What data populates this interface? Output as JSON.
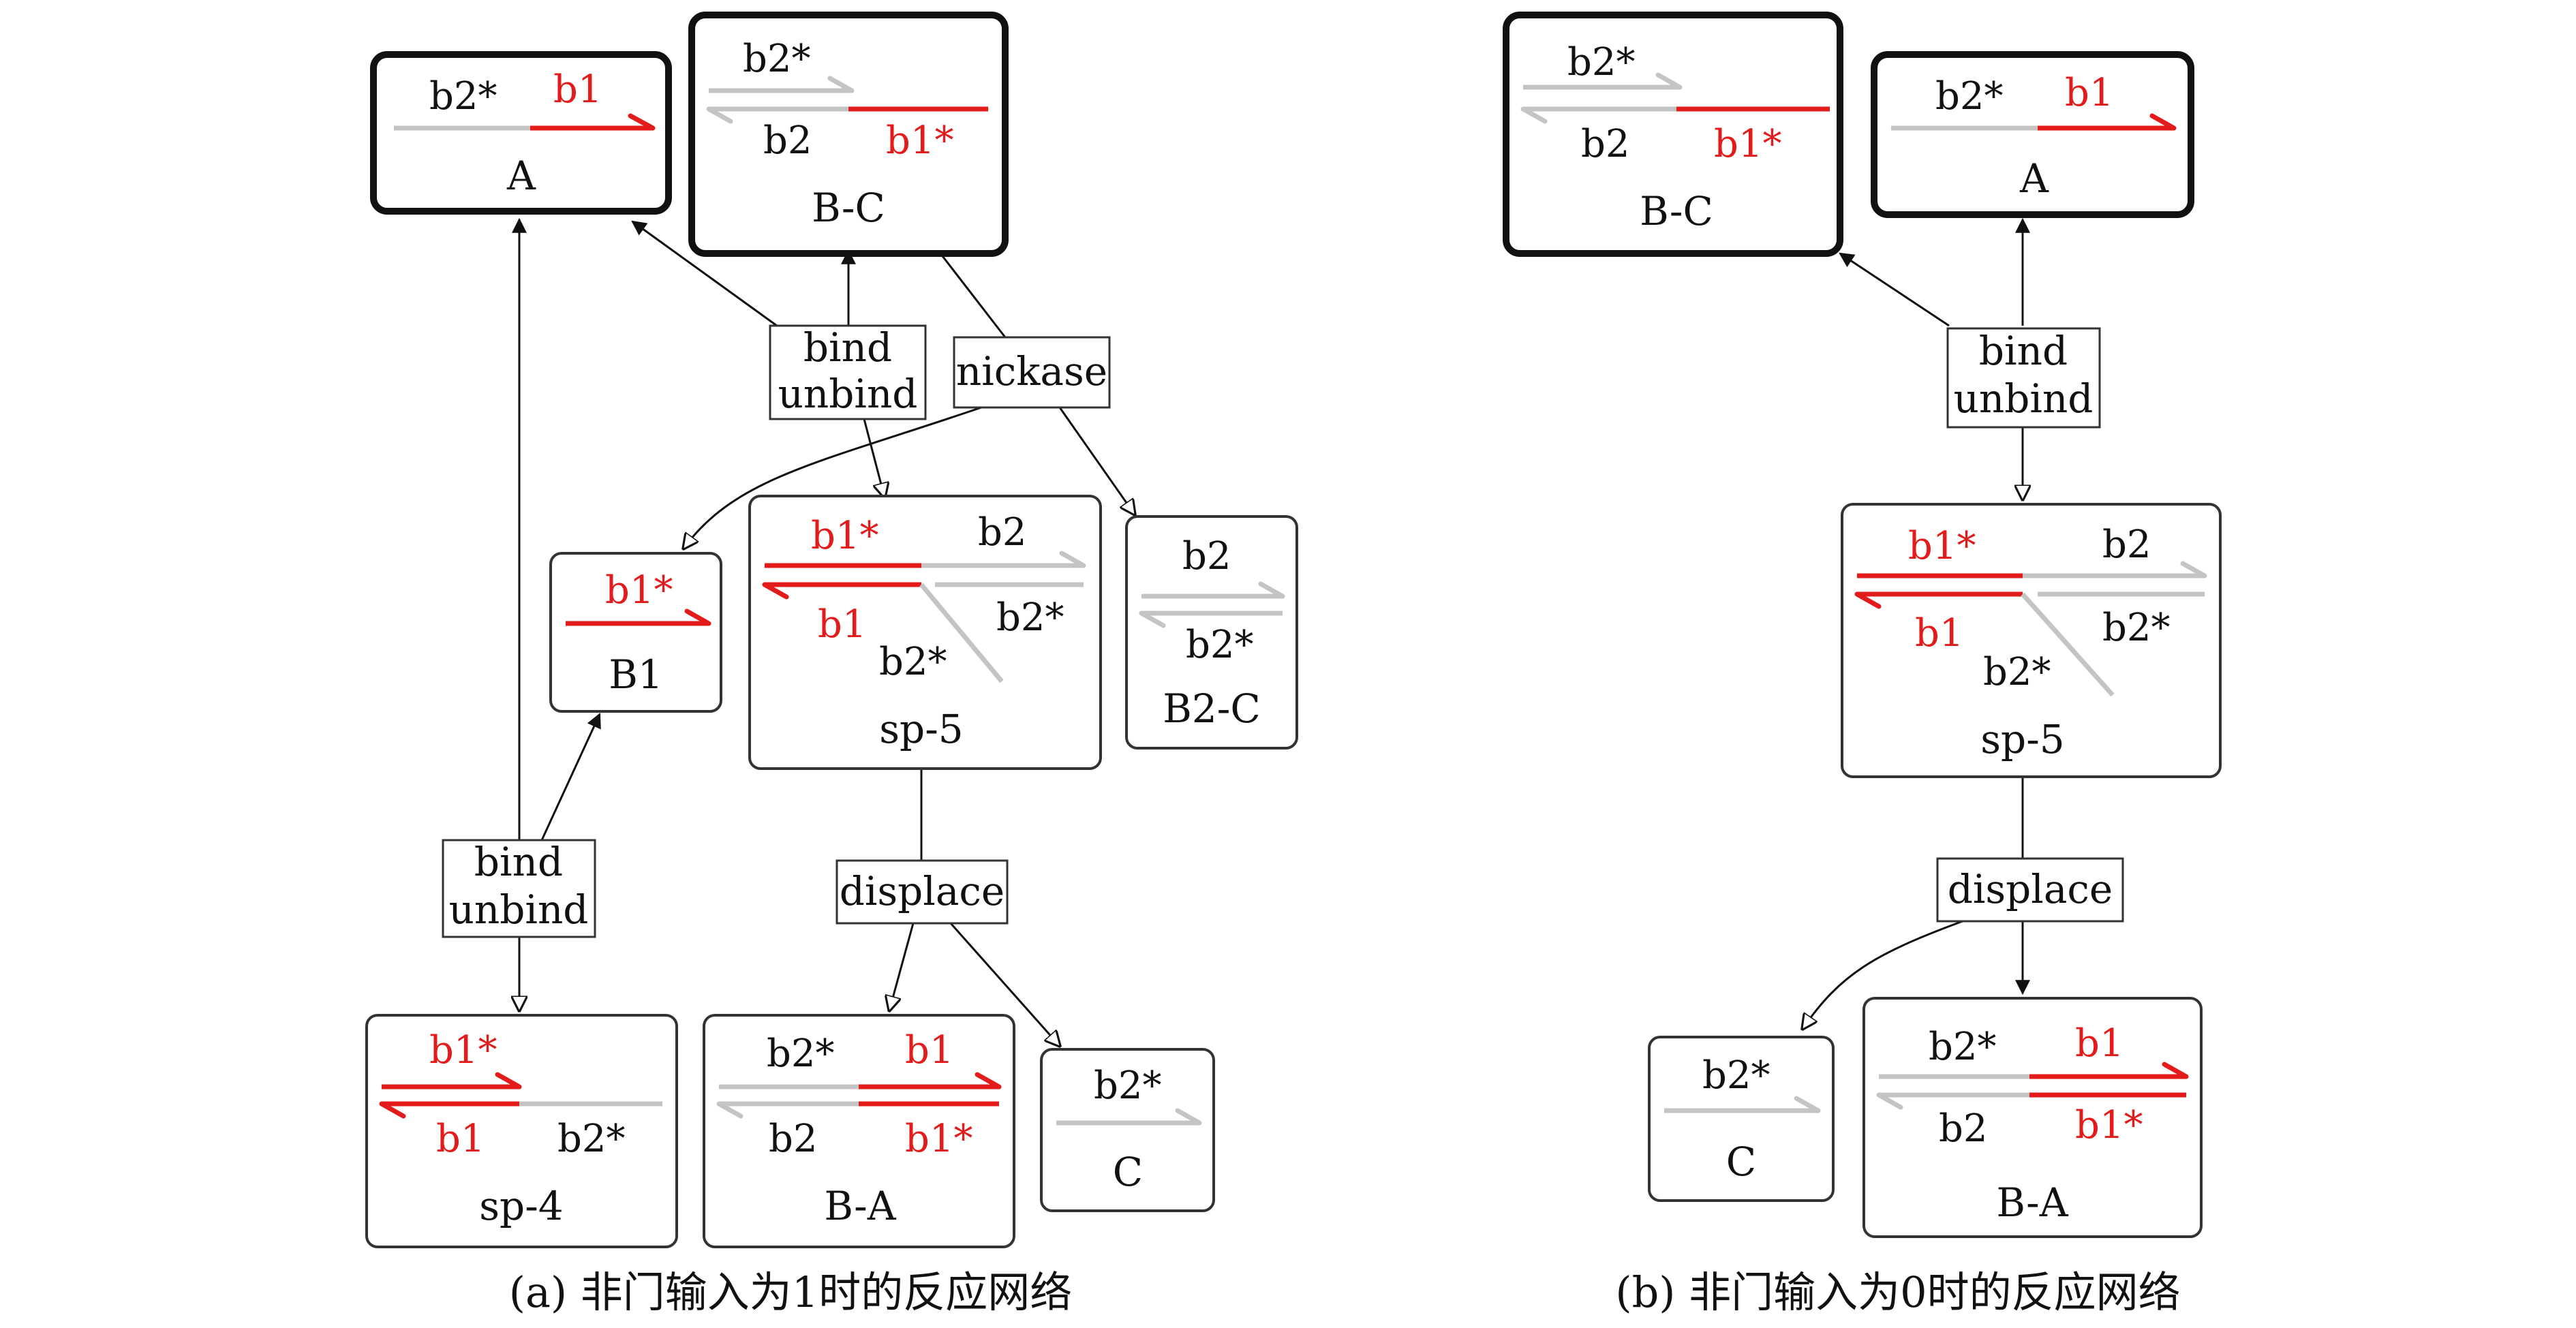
{
  "colors": {
    "red": "#e41b1b",
    "grey": "#c4c4c4",
    "black": "#111111",
    "box_stroke": "#222222"
  },
  "panel_a": {
    "caption": "(a) 非门输入为1时的反应网络",
    "nodes": {
      "A": {
        "name": "A",
        "strands": [
          "b2*",
          "b1"
        ]
      },
      "BC": {
        "name": "B-C",
        "strands": [
          "b2*",
          "b2",
          "b1*"
        ]
      },
      "B1": {
        "name": "B1",
        "strands": [
          "b1*"
        ]
      },
      "sp5": {
        "name": "sp-5",
        "strands": [
          "b1*",
          "b2",
          "b1",
          "b2*",
          "b2*"
        ]
      },
      "B2C": {
        "name": "B2-C",
        "strands": [
          "b2",
          "b2*"
        ]
      },
      "sp4": {
        "name": "sp-4",
        "strands": [
          "b1*",
          "b1",
          "b2*"
        ]
      },
      "BA": {
        "name": "B-A",
        "strands": [
          "b2*",
          "b1",
          "b2",
          "b1*"
        ]
      },
      "C": {
        "name": "C",
        "strands": [
          "b2*"
        ]
      }
    },
    "reactions": {
      "bind1": {
        "line1": "bind",
        "line2": "unbind"
      },
      "nickase": {
        "label": "nickase"
      },
      "bind2": {
        "line1": "bind",
        "line2": "unbind"
      },
      "displace": {
        "label": "displace"
      }
    }
  },
  "panel_b": {
    "caption": "(b) 非门输入为0时的反应网络",
    "nodes": {
      "BC": {
        "name": "B-C",
        "strands": [
          "b2*",
          "b2",
          "b1*"
        ]
      },
      "A": {
        "name": "A",
        "strands": [
          "b2*",
          "b1"
        ]
      },
      "sp5": {
        "name": "sp-5",
        "strands": [
          "b1*",
          "b2",
          "b1",
          "b2*",
          "b2*"
        ]
      },
      "C": {
        "name": "C",
        "strands": [
          "b2*"
        ]
      },
      "BA": {
        "name": "B-A",
        "strands": [
          "b2*",
          "b1",
          "b2",
          "b1*"
        ]
      }
    },
    "reactions": {
      "bind": {
        "line1": "bind",
        "line2": "unbind"
      },
      "displace": {
        "label": "displace"
      }
    }
  }
}
